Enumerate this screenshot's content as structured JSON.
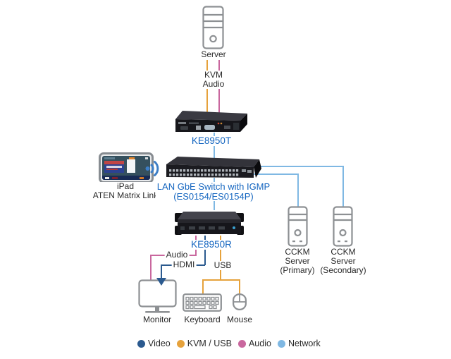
{
  "nodes": {
    "server": {
      "label": "Server"
    },
    "ke8950t": {
      "label": "KE8950T"
    },
    "ipad": {
      "line1": "iPad",
      "line2": "ATEN Matrix Link"
    },
    "lan_switch": {
      "line1": "LAN GbE Switch with IGMP",
      "line2": "(ES0154/ES0154P)"
    },
    "ke8950r": {
      "label": "KE8950R"
    },
    "cckm_primary": {
      "line1": "CCKM",
      "line2": "Server",
      "line3": "(Primary)"
    },
    "cckm_secondary": {
      "line1": "CCKM",
      "line2": "Server",
      "line3": "(Secondary)"
    },
    "monitor": {
      "label": "Monitor"
    },
    "keyboard": {
      "label": "Keyboard"
    },
    "mouse": {
      "label": "Mouse"
    }
  },
  "connections": {
    "kvm_label": "KVM",
    "audio_top_label": "Audio",
    "audio_bottom_label": "Audio",
    "hdmi_label": "HDMI",
    "usb_label": "USB"
  },
  "legend": [
    {
      "label": "Video",
      "color": "#2B5A8F"
    },
    {
      "label": "KVM / USB",
      "color": "#E6A23C"
    },
    {
      "label": "Audio",
      "color": "#C9679E"
    },
    {
      "label": "Network",
      "color": "#7FB8E3"
    }
  ],
  "colors": {
    "video": "#2B5A8F",
    "kvm_usb": "#E6A23C",
    "audio": "#C9679E",
    "network": "#7FB8E3",
    "device_label": "#1566C0",
    "icon_outline": "#8D9093",
    "wifi_icon": "#3D7EC6",
    "text": "#2A2A2A"
  },
  "icons": {
    "server": "tower-pc-outline",
    "cckm_server": "tower-pc-outline",
    "ipad": "tablet-device",
    "wifi": "wireless-signal-icon",
    "ke8950t": "kvm-transmitter-device",
    "lan_switch": "rack-switch-device",
    "ke8950r": "kvm-receiver-device",
    "monitor": "display-outline",
    "keyboard": "keyboard-outline",
    "mouse": "mouse-outline",
    "hdmi_arrow": "arrow-down-triangle",
    "legend_dot": "filled-circle"
  }
}
